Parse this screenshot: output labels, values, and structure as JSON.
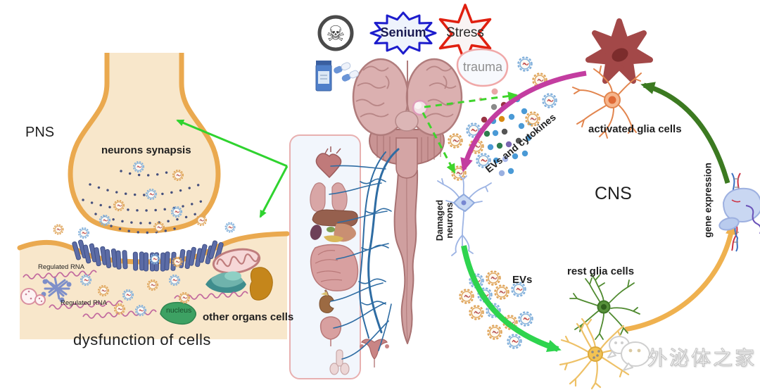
{
  "left_section": {
    "region_label": "PNS",
    "synapse_label": "neurons synapsis",
    "regulated_rna_1": "Regulated RNA",
    "regulated_rna_2": "Regulated RNA",
    "nucleus_label": "nucleus",
    "other_organs_label": "other organs cells",
    "caption": "dysfunction of  cells"
  },
  "stressors": {
    "senium": "Senium",
    "stress": "Stress",
    "trauma": "trauma"
  },
  "icons": {
    "skull_glyph": "☠",
    "pill_bottle": "pill-bottle-and-capsules",
    "watermark_logo": "wechat-speech-bubbles"
  },
  "right_section": {
    "region_label": "CNS",
    "evs_cytokines_label": "EVs and cytokines",
    "activated_glia_label": "activated glia cells",
    "damaged_neurons_line1": "Damaged",
    "damaged_neurons_line2": "neurons",
    "gene_expression_label": "gene expression",
    "rest_glia_label": "rest glia cells",
    "evs_label": "EVs"
  },
  "watermark": {
    "text": "外泌体之家"
  },
  "colors": {
    "membrane_orange": "#eaa94f",
    "cytoplasm_tan": "#f8e7cb",
    "arrow_magenta": "#c33da0",
    "arrow_dark_green": "#3c7a21",
    "arrow_yellow": "#efb14f",
    "arrow_bright_green": "#2ed44e",
    "arrow_dashed_green": "#3fd42c",
    "senium_blue": "#1c1ccc",
    "stress_red": "#e02010",
    "trauma_pink": "#f0a8a8",
    "nerve_blue": "#2e6ca3"
  }
}
